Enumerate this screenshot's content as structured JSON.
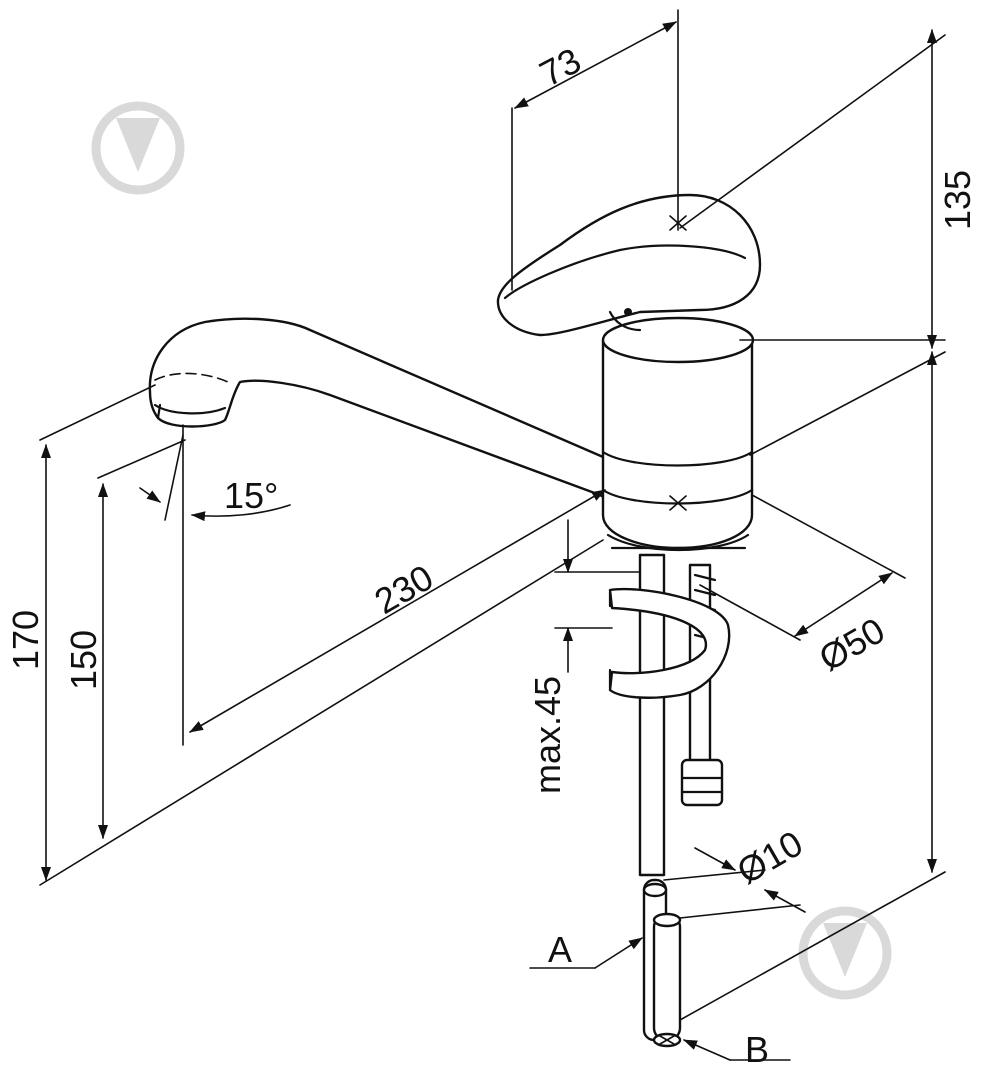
{
  "dimensions": {
    "d73": "73",
    "d135": "135",
    "d15deg": "15°",
    "d230": "230",
    "d170": "170",
    "d150": "150",
    "dmax45": "max.45",
    "d50": "Ø50",
    "d10": "Ø10"
  },
  "connections": {
    "a": "A",
    "b": "B"
  },
  "colors": {
    "line": "#111111",
    "watermark": "#d9d9d9"
  }
}
